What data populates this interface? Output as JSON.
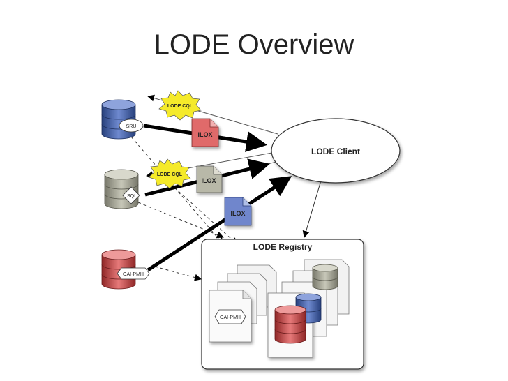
{
  "slide": {
    "title": "LODE Overview"
  },
  "diagram": {
    "client_label": "LODE Client",
    "registry_label": "LODE Registry",
    "cql_badge": "LODE CQL",
    "ilox_label": "ILOX",
    "repositories": [
      {
        "protocol": "SRU",
        "color": "#3f5fa8"
      },
      {
        "protocol": "SQI",
        "color": "#9a9a8a"
      },
      {
        "protocol": "OAI-PMH",
        "color": "#c94a4a"
      }
    ],
    "registry_doc_protocol": "OAI-PMH",
    "colors": {
      "blue": "#3f5fa8",
      "grey": "#9a9a8a",
      "red": "#c94a4a",
      "badge": "#f5ea2a"
    }
  }
}
